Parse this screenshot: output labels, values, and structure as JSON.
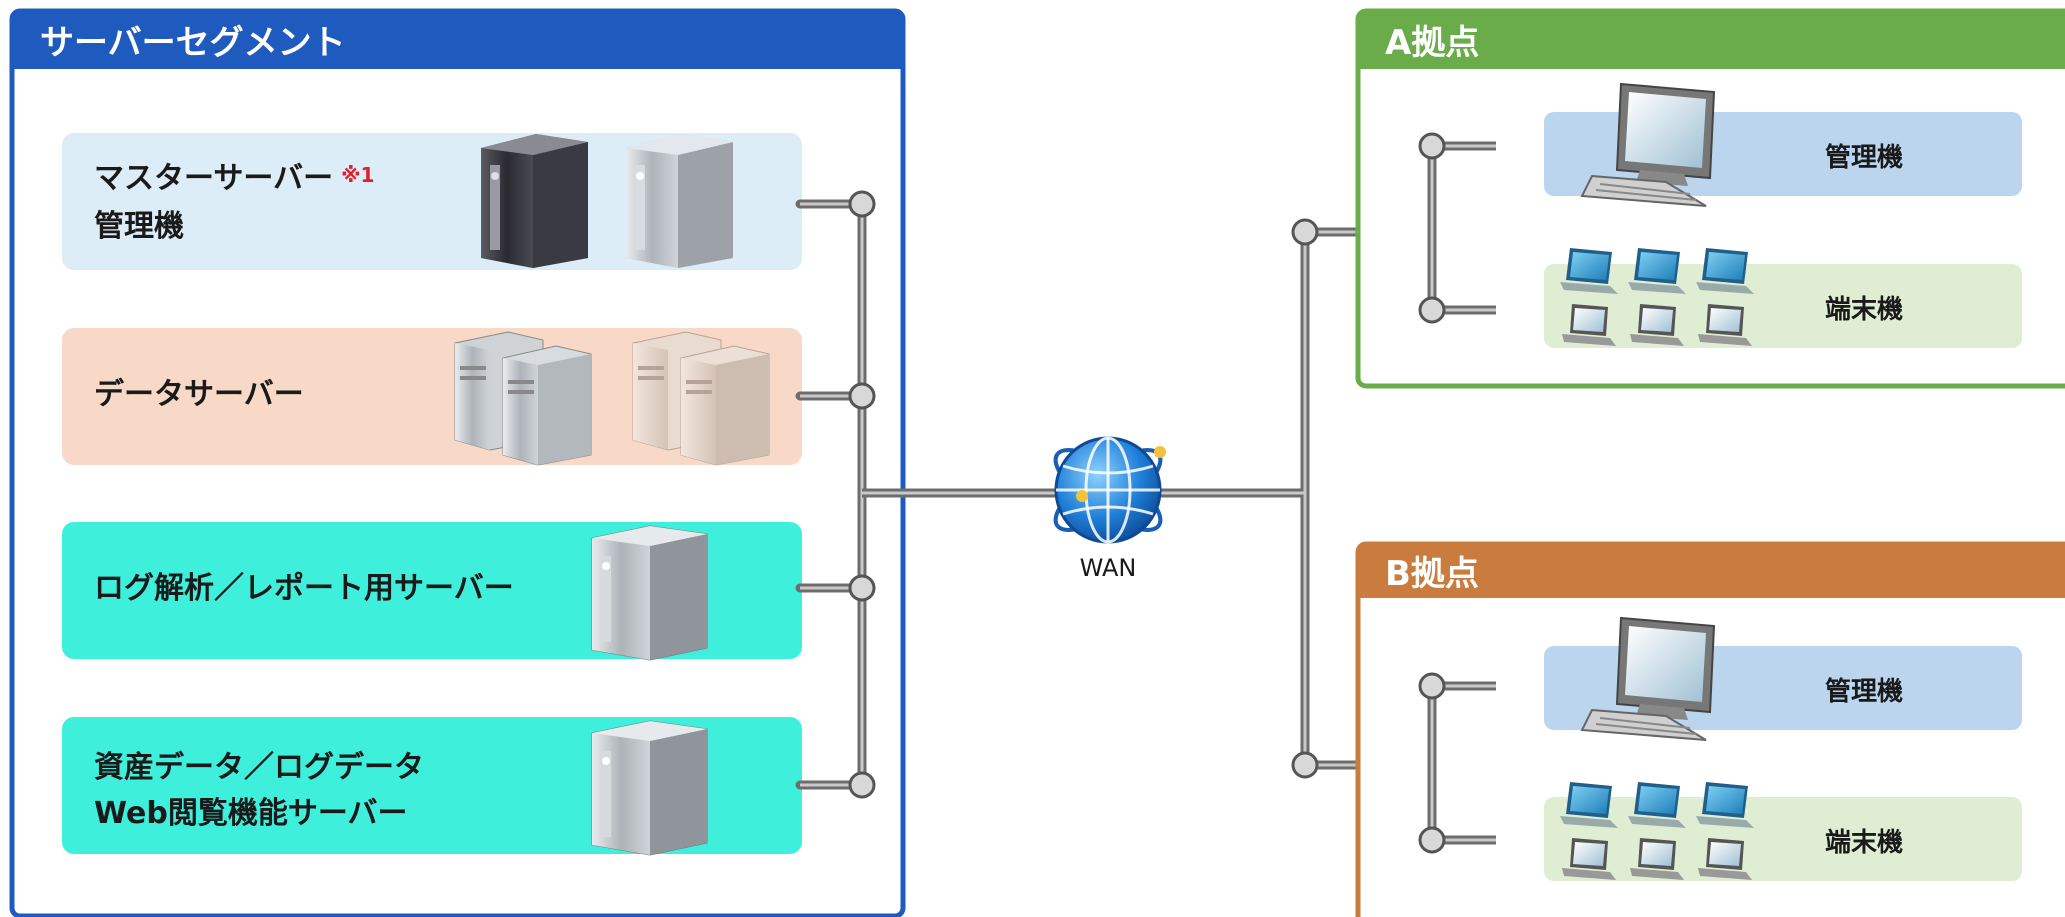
{
  "server_segment": {
    "title": "サーバーセグメント",
    "rows": [
      {
        "line1": "マスターサーバー",
        "note": "※1",
        "line2": "管理機"
      },
      {
        "line1": "データサーバー"
      },
      {
        "line1": "ログ解析／レポート用サーバー"
      },
      {
        "line1": "資産データ／ログデータ",
        "line2": "Web閲覧機能サーバー"
      }
    ]
  },
  "wan": {
    "label": "WAN"
  },
  "sites": [
    {
      "title": "A拠点",
      "admin_label": "管理機",
      "terminal_label": "端末機"
    },
    {
      "title": "B拠点",
      "admin_label": "管理機",
      "terminal_label": "端末機"
    }
  ],
  "colors": {
    "segment_blue": "#1f5bbf",
    "site_a_green": "#6aab4a",
    "site_b_orange": "#c97c3e",
    "row_light_blue": "#dcedf8",
    "row_peach": "#f8d9c8",
    "row_aqua": "#3ef0dc",
    "admin_blue": "#bcd5ee",
    "terminal_green": "#dfeed3",
    "note_red": "#e0202e"
  }
}
